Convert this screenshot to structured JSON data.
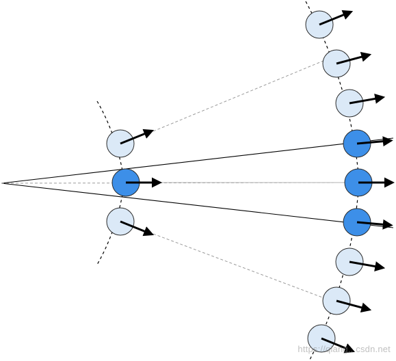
{
  "watermark": {
    "text": "https://qiang...csdn.net"
  },
  "colors": {
    "particle_fill": "#dbe9f7",
    "active_fill": "#3d8fe8",
    "particle_stroke": "#2a2a2a",
    "arrow": "#000000",
    "ray_solid": "#000000",
    "ray_dashed": "#9a9a9a",
    "center_line": "#b0b0b0",
    "wavefront": "#000000"
  },
  "diagram": {
    "origin": "apex",
    "near_wavefront": {
      "particles": [
        {
          "id": "near-upper",
          "state": "inactive"
        },
        {
          "id": "near-center",
          "state": "active"
        },
        {
          "id": "near-lower",
          "state": "inactive"
        }
      ]
    },
    "far_wavefront": {
      "particles": [
        {
          "id": "far-1",
          "state": "inactive"
        },
        {
          "id": "far-2",
          "state": "inactive"
        },
        {
          "id": "far-3",
          "state": "inactive"
        },
        {
          "id": "far-4",
          "state": "active"
        },
        {
          "id": "far-5",
          "state": "active"
        },
        {
          "id": "far-6",
          "state": "active"
        },
        {
          "id": "far-7",
          "state": "inactive"
        },
        {
          "id": "far-8",
          "state": "inactive"
        },
        {
          "id": "far-9",
          "state": "inactive"
        }
      ]
    },
    "rays": [
      {
        "id": "ray-solid-upper",
        "style": "solid"
      },
      {
        "id": "ray-solid-lower",
        "style": "solid"
      },
      {
        "id": "ray-dashed-center",
        "style": "dashed"
      },
      {
        "id": "ray-dashed-upper",
        "style": "dashed"
      },
      {
        "id": "ray-dashed-lower",
        "style": "dashed"
      }
    ]
  }
}
